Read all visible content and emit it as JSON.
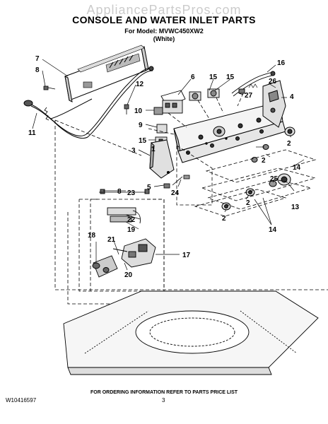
{
  "watermark": "AppliancePartsPros.com",
  "header": {
    "title": "CONSOLE AND WATER INLET PARTS",
    "model_line": "For Model: MVWC450XW2",
    "color_line": "(White)"
  },
  "callouts": {
    "c7": "7",
    "c8a": "8",
    "c11": "11",
    "c12": "12",
    "c6": "6",
    "c15a": "15",
    "c15b": "15",
    "c16": "16",
    "c26": "26",
    "c4": "4",
    "c27": "27",
    "c10": "10",
    "c9": "9",
    "c15c": "15",
    "c1": "1",
    "c3": "3",
    "c2a": "2",
    "c2b": "2",
    "c14a": "14",
    "c5": "5",
    "c24": "24",
    "c8b": "8",
    "c23": "23",
    "c22": "22",
    "c19": "19",
    "c18": "18",
    "c21": "21",
    "c20": "20",
    "c17": "17",
    "c25": "25",
    "c13": "13",
    "c2c": "2",
    "c2d": "2",
    "c14b": "14"
  },
  "footer": {
    "ordering_note": "FOR ORDERING INFORMATION REFER TO PARTS PRICE LIST",
    "doc_number": "W10416597",
    "page_number": "3"
  }
}
